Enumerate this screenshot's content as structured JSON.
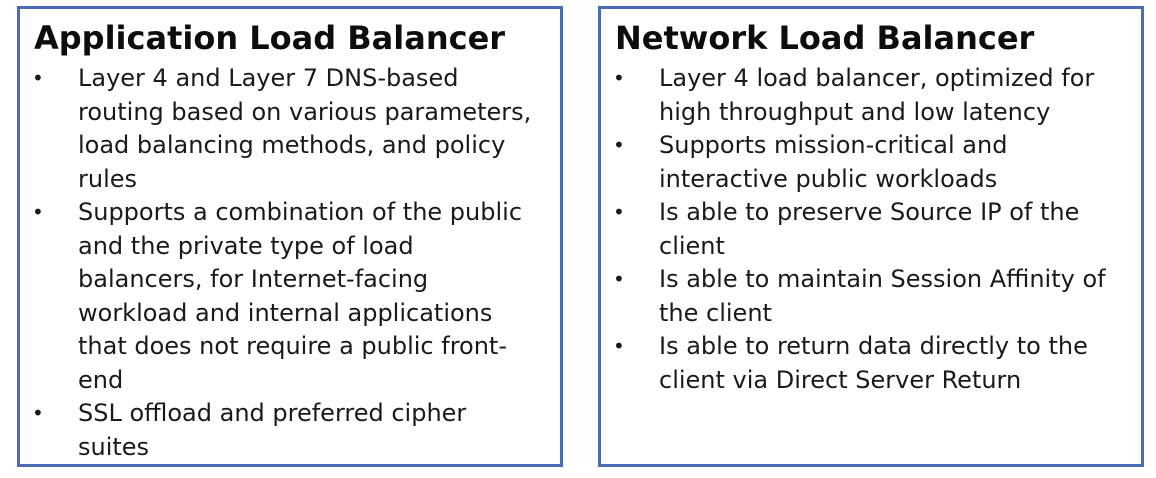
{
  "panels": [
    {
      "title": "Application Load Balancer",
      "bullets": [
        [
          "Layer 4 and Layer 7 DNS-based",
          "routing based on various parameters,",
          "load balancing methods, and policy",
          "rules"
        ],
        [
          "Supports a combination of the public",
          "and the private type of load",
          "balancers, for Internet-facing",
          "workload and internal applications",
          "that does not require a public front-",
          "end"
        ],
        [
          "SSL offload and preferred cipher",
          "suites"
        ]
      ]
    },
    {
      "title": "Network Load Balancer",
      "bullets": [
        [
          "Layer 4 load balancer, optimized for",
          "high throughput and low latency"
        ],
        [
          "Supports mission-critical and",
          "interactive public workloads"
        ],
        [
          "Is able to preserve Source IP of the",
          "client"
        ],
        [
          "Is able to maintain Session Affinity of",
          "the client"
        ],
        [
          "Is able to return data directly to the",
          "client via Direct Server Return"
        ]
      ]
    }
  ],
  "bullet_symbol": "•",
  "colors": {
    "panel_border": "#4a6bb5",
    "text": "#1a1a1a"
  }
}
